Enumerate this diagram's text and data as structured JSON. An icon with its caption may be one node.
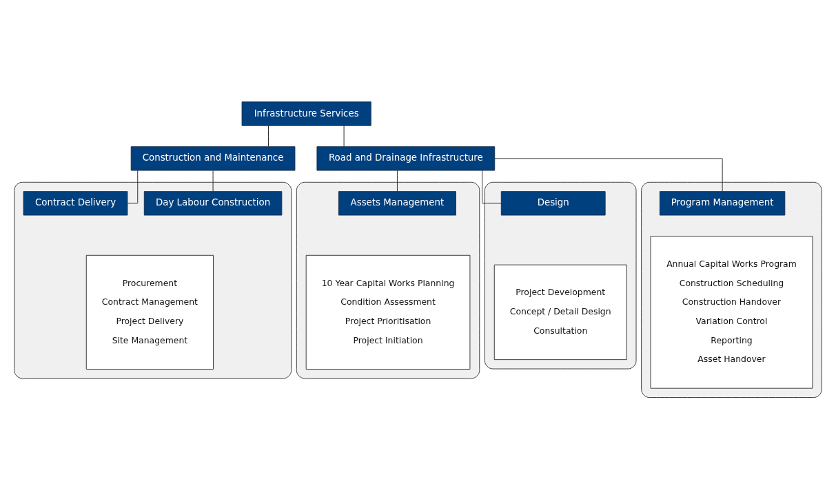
{
  "diagram": {
    "nodes": [
      {
        "text": [
          "Infrastructure Services"
        ]
      },
      {
        "text": [
          "Construction and Maintenance"
        ]
      },
      {
        "text": [
          "Road and Drainage Infrastructure"
        ]
      },
      {
        "text": [],
        "shape": "box"
      },
      {
        "text": [
          "Day Labour Construction"
        ],
        "in": 3
      },
      {
        "text": [
          "Contract Delivery"
        ],
        "in": 3
      },
      {
        "text": [
          "Procurement",
          "Contract Management",
          "Project Delivery",
          "Site Management"
        ],
        "in": 3
      },
      {
        "text": [],
        "shape": "box"
      },
      {
        "text": [
          "Assets Management"
        ],
        "in": 7
      },
      {
        "text": [
          "10 Year Capital Works Planning",
          "Condition Assessment",
          "Project Prioritisation",
          "Project Initiation"
        ],
        "in": 7
      },
      {
        "text": [],
        "shape": "box"
      },
      {
        "text": [
          "Design"
        ],
        "in": 10
      },
      {
        "text": [
          "Project Development",
          "Concept / Detail Design",
          "Consultation"
        ],
        "in": 10
      },
      {
        "text": [],
        "shape": "box"
      },
      {
        "text": [
          "Program Management"
        ],
        "in": 13
      },
      {
        "text": [
          "Annual Capital Works Program",
          "Construction Scheduling",
          "Construction Handover",
          "Variation Control",
          "Reporting",
          "Asset Handover"
        ],
        "in": 13
      }
    ],
    "edges": [
      {
        "from": 0,
        "to": 1,
        "arrow": "none"
      },
      {
        "from": 0,
        "to": 2,
        "arrow": "none"
      },
      {
        "from": 1,
        "to": 4,
        "arrow": "none"
      },
      {
        "from": 1,
        "to": 5,
        "arrow": "none"
      },
      {
        "from": 2,
        "to": 8,
        "arrow": "none"
      },
      {
        "from": 2,
        "to": 11,
        "arrow": "none"
      },
      {
        "from": 2,
        "to": 14,
        "arrow": "none"
      }
    ]
  }
}
